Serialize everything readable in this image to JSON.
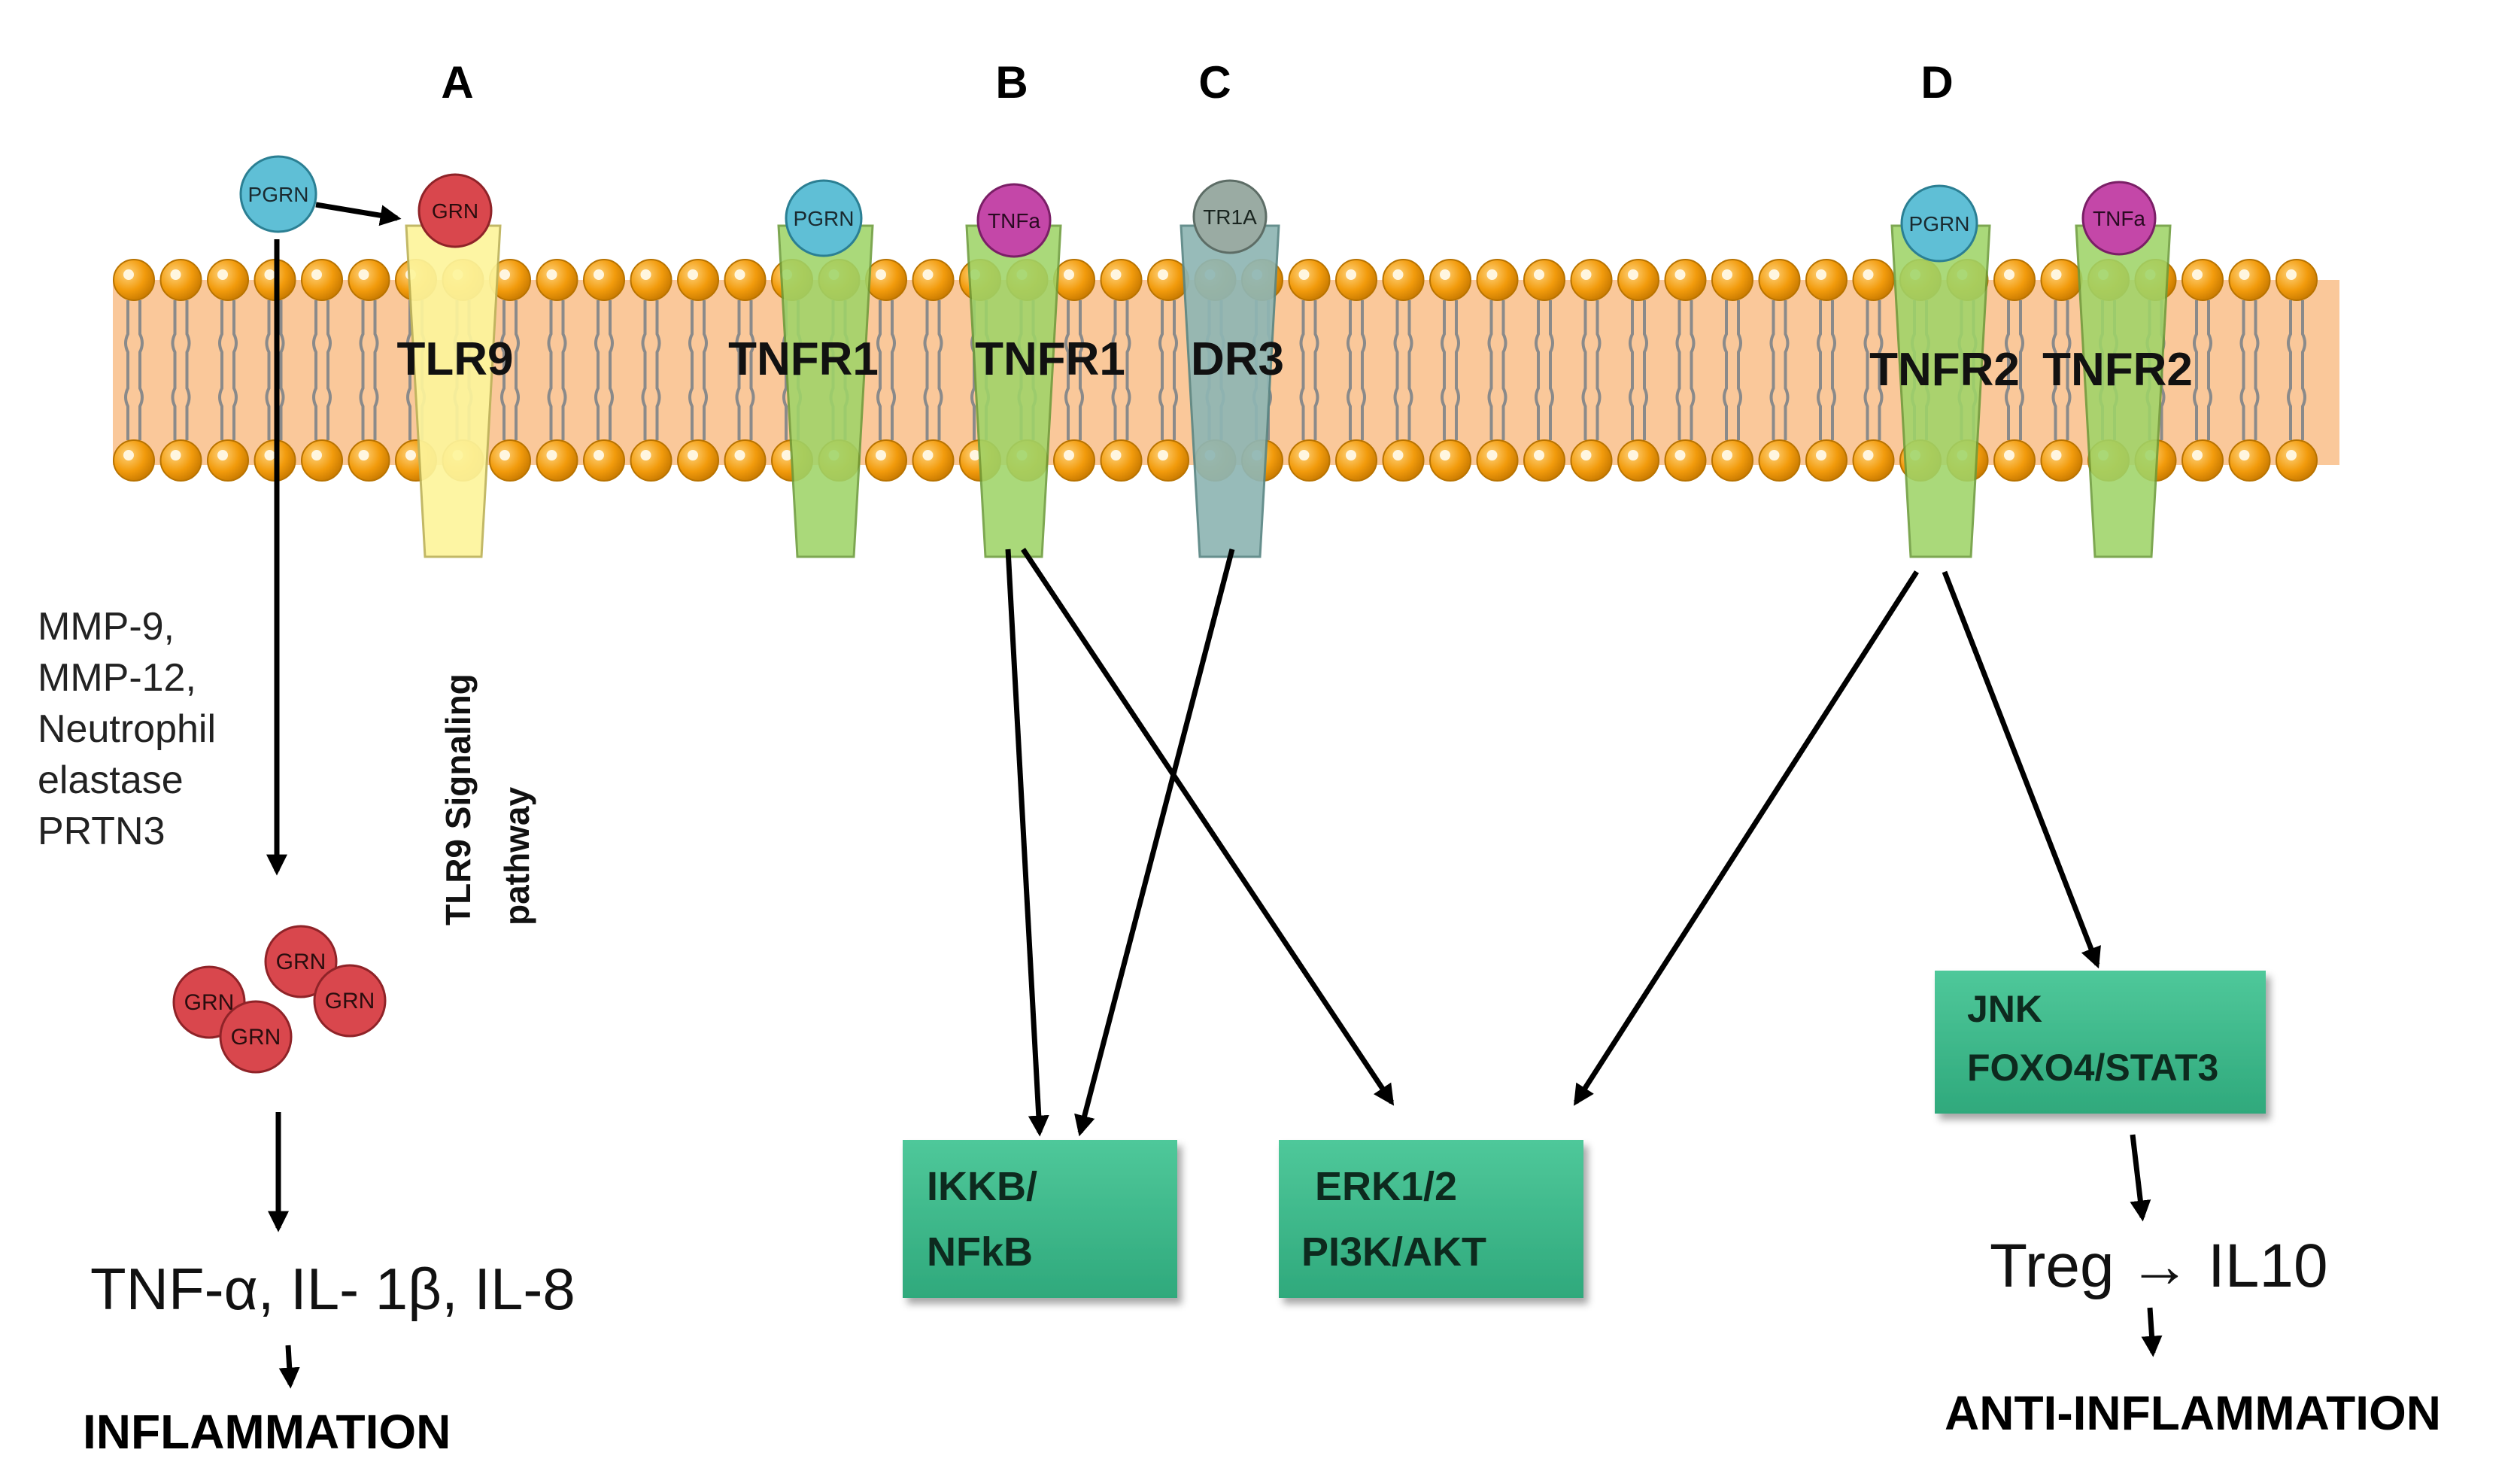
{
  "sections": {
    "a": "A",
    "b": "B",
    "c": "C",
    "d": "D"
  },
  "ligands": {
    "pgrn_free": "PGRN",
    "grn_bound": "GRN",
    "pgrn_tnfr1": "PGRN",
    "tnfa_b": "TNFa",
    "tr1a": "TR1A",
    "pgrn_tnfr2": "PGRN",
    "tnfa_d": "TNFa"
  },
  "receptors": {
    "tlr9": "TLR9",
    "tnfr1_a": "TNFR1",
    "tnfr1_b": "TNFR1",
    "dr3": "DR3",
    "tnfr2_a": "TNFR2",
    "tnfr2_b": "TNFR2"
  },
  "left": {
    "proteases": [
      "MMP-9,",
      "MMP-12,",
      "Neutrophil",
      "elastase",
      "PRTN3"
    ],
    "tlr9_pathway": [
      "TLR9 Signaling",
      "pathway"
    ],
    "grn_cluster": [
      "GRN",
      "GRN",
      "GRN",
      "GRN"
    ],
    "cytokines": "TNF-α, IL- 1β, IL-8",
    "outcome": "INFLAMMATION"
  },
  "boxes": {
    "ikkb": [
      "IKKB/",
      "NFkB"
    ],
    "erk": [
      "ERK1/2",
      "PI3K/AKT"
    ],
    "jnk": [
      "JNK",
      "FOXO4/STAT3"
    ]
  },
  "right": {
    "treg": "Treg",
    "arrow_glyph": "→",
    "il10": "IL10",
    "outcome": "ANTI-INFLAMMATION"
  },
  "colors": {
    "membrane": "#fac89a",
    "head": "#f29b0c",
    "pgrn": "#5fbfd6",
    "grn": "#d9474d",
    "tnfa": "#c447a8",
    "tr1a": "#9aaba3",
    "tlr9_receptor": "#fdf59c",
    "tnfr_receptor": "#9fd468",
    "dr3_receptor": "#8fb6b4",
    "box": "#3dbc8d"
  }
}
